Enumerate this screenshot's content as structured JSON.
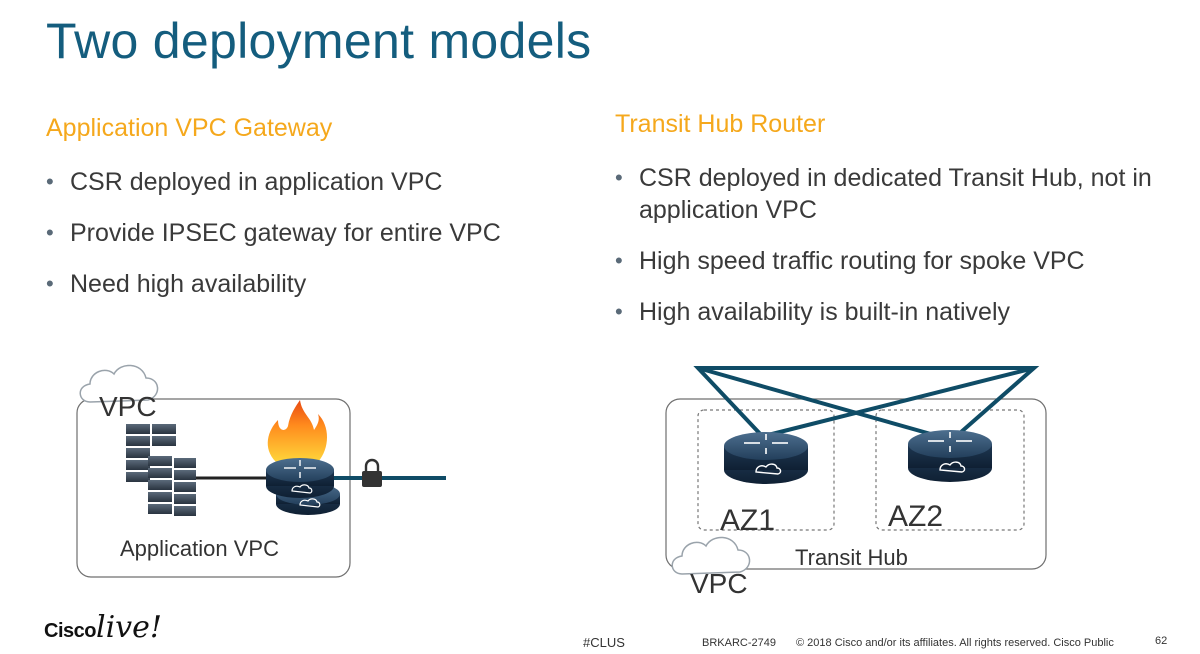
{
  "title": "Two deployment models",
  "left": {
    "heading": "Application VPC Gateway",
    "bullets": [
      "CSR deployed in application VPC",
      "Provide IPSEC gateway for entire VPC",
      "Need high availability"
    ]
  },
  "right": {
    "heading": "Transit Hub Router",
    "bullets": [
      "CSR deployed in dedicated Transit Hub, not in application VPC",
      "High speed traffic routing for spoke VPC",
      "High availability is built-in natively"
    ]
  },
  "left_diagram": {
    "cloud_label": "VPC",
    "box_label": "Application VPC"
  },
  "right_diagram": {
    "cloud_label": "VPC",
    "zone1_label": "AZ1",
    "zone2_label": "AZ2",
    "hub_label": "Transit Hub"
  },
  "footer": {
    "logo_text_1": "Cisco",
    "logo_text_2": "live!",
    "hashtag": "#CLUS",
    "session": "BRKARC-2749",
    "copyright": "© 2018  Cisco and/or its affiliates. All rights reserved.   Cisco Public",
    "page": "62"
  },
  "colors": {
    "title": "#145d7e",
    "heading": "#f5a81c",
    "link_line": "#0f4c66",
    "router": "#1b3a57"
  },
  "icons": [
    "cloud-icon",
    "server-rack-icon",
    "firewall-flame-icon",
    "router-icon",
    "lock-icon"
  ]
}
